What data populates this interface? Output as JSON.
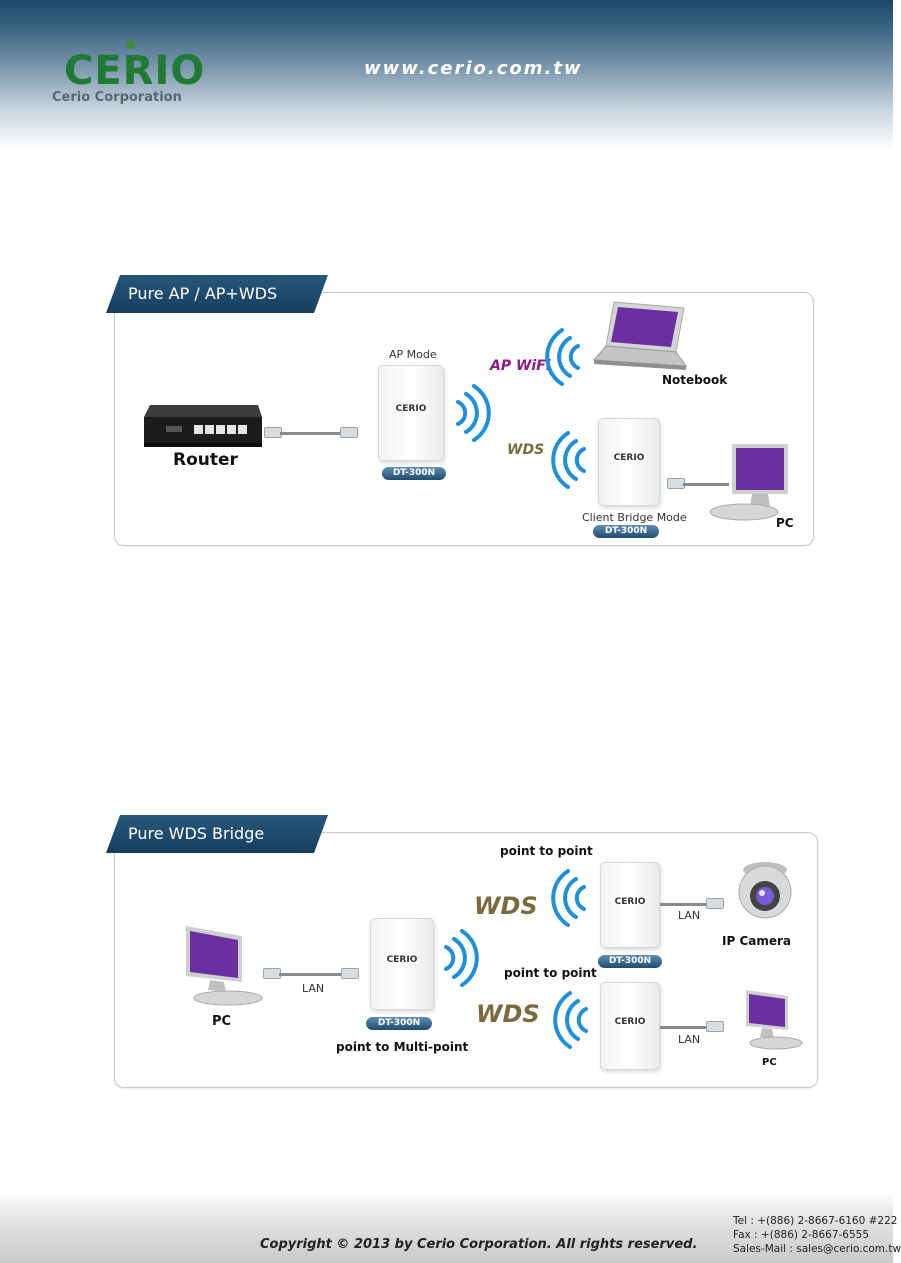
{
  "header": {
    "logo_text": "CERIO",
    "company": "Cerio Corporation",
    "url": "www.cerio.com.tw"
  },
  "diagram1": {
    "tag": "Pure AP / AP+WDS",
    "ap_mode": "AP Mode",
    "ap_wifi": "AP WiFi",
    "notebook": "Notebook",
    "router": "Router",
    "wds": "WDS",
    "client_bridge": "Client Bridge Mode",
    "pc": "PC",
    "model": "DT-300N",
    "device_brand": "CERIO"
  },
  "diagram2": {
    "tag": "Pure WDS Bridge",
    "p2p_top": "point to point",
    "p2p_bottom": "point to point",
    "wds": "WDS",
    "lan": "LAN",
    "ip_camera": "IP Camera",
    "pc_left": "PC",
    "pc_right": "PC",
    "p2mp": "point to Multi-point",
    "model": "DT-300N",
    "device_brand": "CERIO"
  },
  "footer": {
    "copyright": "Copyright © 2013 by Cerio Corporation. All rights reserved.",
    "tel": "Tel : +(886) 2-8667-6160 #222",
    "fax": "Fax : +(886) 2-8667-6555",
    "mail": "Sales-Mail : sales@cerio.com.tw"
  },
  "colors": {
    "brand_green": "#1f7a34",
    "tag_blue": "#183e5e",
    "wave_blue": "#1e8fdc",
    "ap_wifi_purple": "#8e1a8a",
    "wds_olive": "#7b6a3d",
    "screen_purple": "#6a2fa0"
  }
}
